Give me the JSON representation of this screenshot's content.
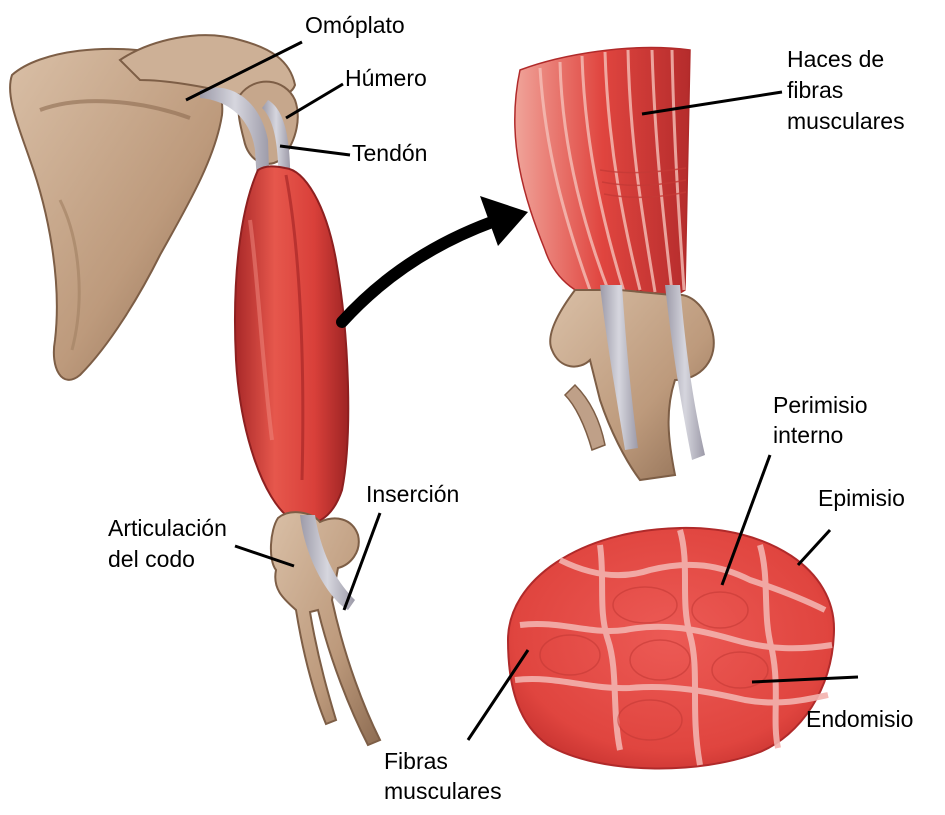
{
  "labels": {
    "omoplato": "Omóplato",
    "humero": "Húmero",
    "tendon": "Tendón",
    "haces": [
      "Haces de",
      "fibras",
      "musculares"
    ],
    "perimisio": [
      "Perimisio",
      "interno"
    ],
    "epimisio": "Epimisio",
    "insercion": "Inserción",
    "articulacion": [
      "Articulación",
      "del codo"
    ],
    "endomisio": "Endomisio",
    "fibras": [
      "Fibras",
      "musculares"
    ]
  },
  "colors": {
    "muscle": "#e0453f",
    "muscle_dark": "#b82a2a",
    "bone": "#c8a98e",
    "bone_dark": "#8d6c52",
    "tendon": "#b8b8c4",
    "septum": "#f0b0b0",
    "line": "#000000"
  }
}
